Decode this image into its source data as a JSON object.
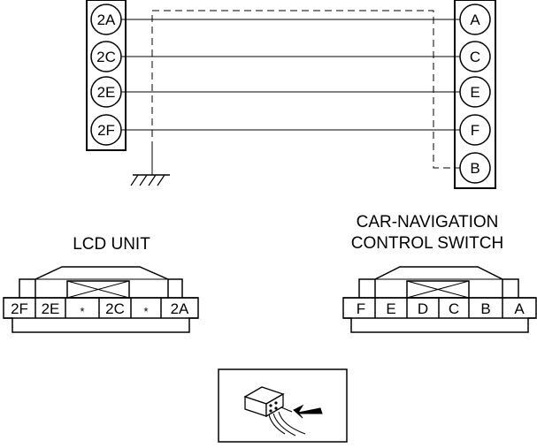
{
  "wiring": {
    "left_pins": [
      "2A",
      "2C",
      "2E",
      "2F"
    ],
    "right_pins": [
      "A",
      "C",
      "E",
      "F",
      "B"
    ]
  },
  "lcd_unit": {
    "label": "LCD UNIT",
    "cells": [
      "2F",
      "2E",
      "*",
      "2C",
      "*",
      "2A"
    ]
  },
  "nav_switch": {
    "label_line1": "CAR-NAVIGATION",
    "label_line2": "CONTROL SWITCH",
    "cells": [
      "F",
      "E",
      "D",
      "C",
      "B",
      "A"
    ]
  },
  "inset_icon": "probe-into-connector-back-icon"
}
